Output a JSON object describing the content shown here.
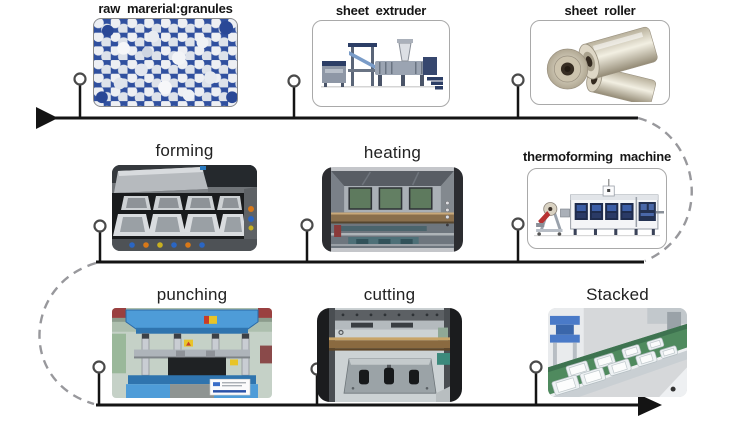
{
  "diagram": {
    "type": "process-flow",
    "direction": "serpentine left-to-right",
    "line_color": "#141414",
    "dashed_curve_color": "#98989c",
    "connector_dot_fill": "#ffffff",
    "connector_dot_stroke": "#4a4a4a",
    "start_arrow": "right-pointing solid triangle at row 1 start",
    "end_arrow": "right-pointing solid triangle at row 3 end"
  },
  "stages": [
    {
      "label": "raw  marerial:granules",
      "row": 1,
      "photo": "white plastic granules on blue background"
    },
    {
      "label": "sheet  extruder",
      "row": 1,
      "photo": "plastic sheet extruder machine line"
    },
    {
      "label": "sheet  roller",
      "row": 1,
      "photo": "three rolls of clear plastic sheet"
    },
    {
      "label": "forming",
      "row": 2,
      "photo": "forming station with grid of silver tray moulds"
    },
    {
      "label": "heating",
      "row": 2,
      "photo": "heating station interior with green heater windows"
    },
    {
      "label": "thermoforming  machine",
      "row": 2,
      "photo": "long thermoforming machine with unwinder"
    },
    {
      "label": "punching",
      "row": 3,
      "photo": "blue punching press with steel columns"
    },
    {
      "label": "cutting",
      "row": 3,
      "photo": "cutting die station with bronze beam"
    },
    {
      "label": "Stacked",
      "row": 3,
      "photo": "clear trays stacked on green conveyor belt"
    }
  ]
}
